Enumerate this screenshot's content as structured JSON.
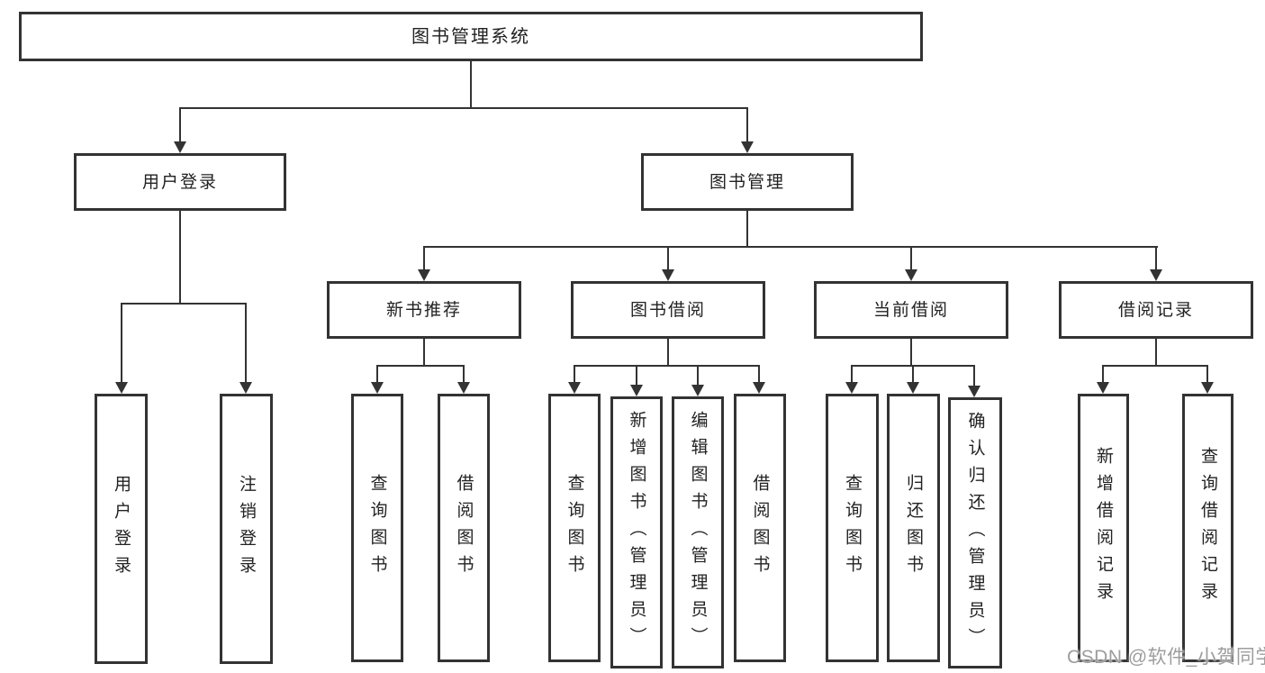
{
  "tree": {
    "root": {
      "label": "图书管理系统"
    },
    "children": [
      {
        "label": "用户登录",
        "children": [
          {
            "label": "用户登录"
          },
          {
            "label": "注销登录"
          }
        ]
      },
      {
        "label": "图书管理",
        "children": [
          {
            "label": "新书推荐",
            "children": [
              {
                "label": "查询图书"
              },
              {
                "label": "借阅图书"
              }
            ]
          },
          {
            "label": "图书借阅",
            "children": [
              {
                "label": "查询图书"
              },
              {
                "label": "新增图书（管理员）"
              },
              {
                "label": "编辑图书（管理员）"
              },
              {
                "label": "借阅图书"
              }
            ]
          },
          {
            "label": "当前借阅",
            "children": [
              {
                "label": "查询图书"
              },
              {
                "label": "归还图书"
              },
              {
                "label": "确认归还（管理员）"
              }
            ]
          },
          {
            "label": "借阅记录",
            "children": [
              {
                "label": "新增借阅记录"
              },
              {
                "label": "查询借阅记录"
              }
            ]
          }
        ]
      }
    ]
  },
  "watermark": "CSDN @软件_小贺同学",
  "colors": {
    "background": "#ffffff",
    "line": "#333333",
    "text": "#222222",
    "watermark": "#9d9d9d"
  }
}
